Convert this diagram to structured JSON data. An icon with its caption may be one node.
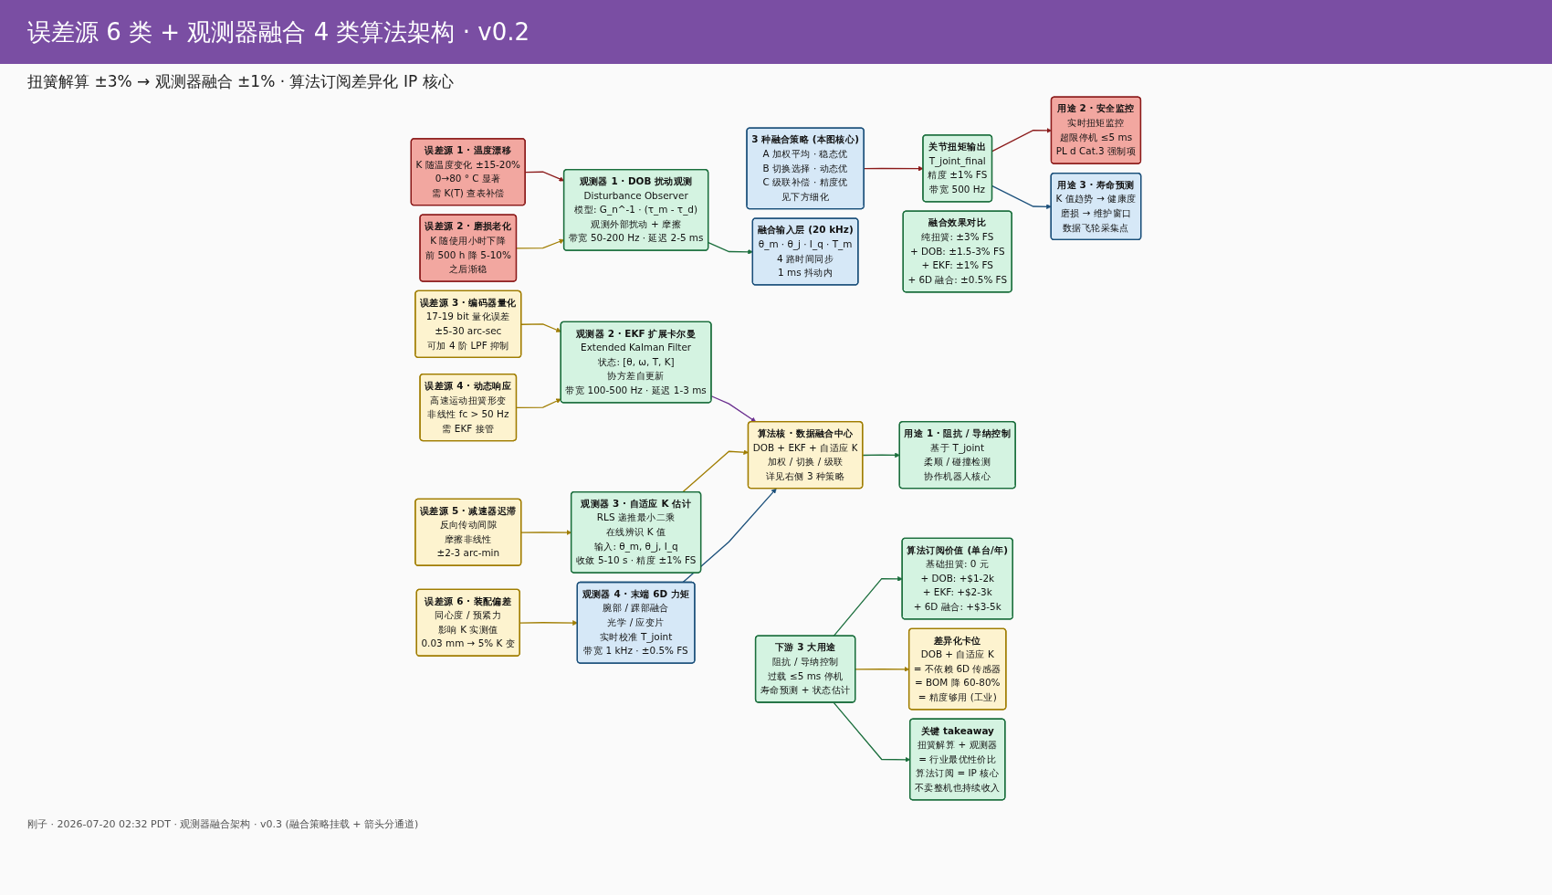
{
  "diagram": {
    "title": "误差源 6 类 + 观测器融合 4 类算法架构 · v0.2",
    "nodes": [
      {
        "text": [
          "误差源 1 · 温度漂移",
          "K 随温度变化 ±15-20%",
          "0→80 ° C 显著",
          "需 K(T) 查表补偿"
        ]
      },
      {
        "text": [
          "误差源 2 · 磨损老化",
          "K 随使用小时下降",
          "前 500 h 降 5-10%",
          "之后渐稳"
        ]
      },
      {
        "text": [
          "误差源 3 · 编码器量化",
          "17-19 bit 量化误差",
          "±5-30 arc-sec",
          "可加 4 阶 LPF 抑制"
        ]
      },
      {
        "text": [
          "误差源 4 · 动态响应",
          "高速运动扭簧形变",
          "非线性 fc > 50 Hz",
          "需 EKF 接管"
        ]
      },
      {
        "text": [
          "误差源 5 · 减速器迟滞",
          "反向传动间隙",
          "摩擦非线性",
          "±2-3 arc-min"
        ]
      },
      {
        "text": [
          "误差源 6 · 装配偏差",
          "同心度 / 预紧力",
          "影响 K 实测值",
          "0.03 mm → 5% K 变"
        ]
      },
      {
        "text": [
          "观测器 1 · DOB 扰动观测",
          "Disturbance Observer",
          "模型: G_n^-1 · (τ_m - τ_d)",
          "观测外部扰动 + 摩擦",
          "带宽 50-200 Hz · 延迟 2-5 ms"
        ]
      },
      {
        "text": [
          "观测器 2 · EKF 扩展卡尔曼",
          "Extended Kalman Filter",
          "状态: [θ, ω, T, K]",
          "协方差自更新",
          "带宽 100-500 Hz · 延迟 1-3 ms"
        ]
      },
      {
        "text": [
          "观测器 3 · 自适应 K 估计",
          "RLS 递推最小二乘",
          "在线辨识 K 值",
          "输入: θ_m, θ_j, I_q",
          "收敛 5-10 s · 精度 ±1% FS"
        ]
      },
      {
        "text": [
          "观测器 4 · 末端 6D 力矩",
          "腕部 / 踝部融合",
          "光学 / 应变片",
          "实时校准 T_joint",
          "带宽 1 kHz · ±0.5% FS"
        ]
      },
      {
        "text": [
          "融合输入层 (20 kHz)",
          "θ_m · θ_j · I_q · T_m",
          "4 路时间同步",
          "1 ms 抖动内"
        ]
      },
      {
        "text": [
          "算法核 · 数据融合中心",
          "DOB + EKF + 自适应 K",
          "加权 / 切换 / 级联",
          "详见右侧 3 种策略"
        ]
      },
      {
        "text": [
          "关节扭矩输出",
          "T_joint_final",
          "精度 ±1% FS",
          "带宽 500 Hz"
        ]
      },
      {
        "text": [
          "下游 3 大用途",
          "阻抗 / 导纳控制",
          "过载 ≤5 ms 停机",
          "寿命预测 + 状态估计"
        ]
      },
      {
        "text": [
          "3 种融合策略 (本图核心)",
          "A 加权平均 · 稳态优",
          "B 切换选择 · 动态优",
          "C 级联补偿 · 精度优",
          "见下方细化"
        ]
      },
      {
        "text": [
          "融合效果对比",
          "纯扭簧: ±3% FS",
          "+ DOB: ±1.5-3% FS",
          "+ EKF: ±1% FS",
          "+ 6D 融合: ±0.5% FS"
        ]
      },
      {
        "text": [
          "用途 1 · 阻抗 / 导纳控制",
          "基于 T_joint",
          "柔顺 / 碰撞检测",
          "协作机器人核心"
        ]
      },
      {
        "text": [
          "用途 2 · 安全监控",
          "实时扭矩监控",
          "超限停机 ≤5 ms",
          "PL d Cat.3 强制项"
        ]
      },
      {
        "text": [
          "用途 3 · 寿命预测",
          "K 值趋势 → 健康度",
          "磨损 → 维护窗口",
          "数据飞轮采集点"
        ]
      },
      {
        "text": [
          "算法订阅价值 (单台/年)",
          "基础扭簧: 0 元",
          "+ DOB: +$1-2k",
          "+ EKF: +$2-3k",
          "+ 6D 融合: +$3-5k"
        ]
      },
      {
        "text": [
          "差异化卡位",
          "DOB + 自适应 K",
          "= 不依赖 6D 传感器",
          "= BOM 降 60-80%",
          "= 精度够用 (工业)"
        ]
      },
      {
        "text": [
          "关键 takeaway",
          "扭簧解算 + 观测器",
          "= 行业最优性价比",
          "算法订阅 = IP 核心",
          "不卖整机也持续收入"
        ]
      }
    ],
    "edges": [
      {
        "from": 0,
        "to": 6,
        "arrow": "to",
        "color": "#8b1a1a"
      },
      {
        "from": 1,
        "to": 6,
        "arrow": "to",
        "color": "#a07d00"
      },
      {
        "from": 2,
        "to": 7,
        "arrow": "to",
        "color": "#a07d00"
      },
      {
        "from": 3,
        "to": 7,
        "arrow": "to",
        "color": "#a07d00"
      },
      {
        "from": 4,
        "to": 8,
        "arrow": "to",
        "color": "#a07d00"
      },
      {
        "from": 5,
        "to": 9,
        "arrow": "to",
        "color": "#a07d00"
      },
      {
        "from": 6,
        "to": 10,
        "arrow": "to",
        "color": "#1a6e3c"
      },
      {
        "from": 7,
        "to": 11,
        "arrow": "to",
        "color": "#6a2f8f"
      },
      {
        "from": 8,
        "to": 11,
        "arrow": "to",
        "color": "#a07d00"
      },
      {
        "from": 9,
        "to": 11,
        "arrow": "to",
        "color": "#1a4f7a"
      },
      {
        "from": 11,
        "to": 16,
        "arrow": "to",
        "color": "#1a6e3c"
      },
      {
        "from": 14,
        "to": 12,
        "arrow": "to",
        "color": "#8b1a1a"
      },
      {
        "from": 12,
        "to": 17,
        "arrow": "to",
        "color": "#8b1a1a"
      },
      {
        "from": 12,
        "to": 18,
        "arrow": "to",
        "color": "#1a4f7a"
      },
      {
        "from": 13,
        "to": 19,
        "arrow": "to",
        "color": "#1a6e3c"
      },
      {
        "from": 13,
        "to": 20,
        "arrow": "to",
        "color": "#a07d00"
      },
      {
        "from": 13,
        "to": 21,
        "arrow": "to",
        "color": "#1a6e3c"
      }
    ],
    "labels": [
      "扭簧解算 ±3% → 观测器融合 ±1% · 算法订阅差异化 IP 核心",
      "刚子 · 2026-07-20 02:32 PDT · 观测器融合架构 · v0.3 (融合策略挂载 + 箭头分通道)"
    ]
  }
}
